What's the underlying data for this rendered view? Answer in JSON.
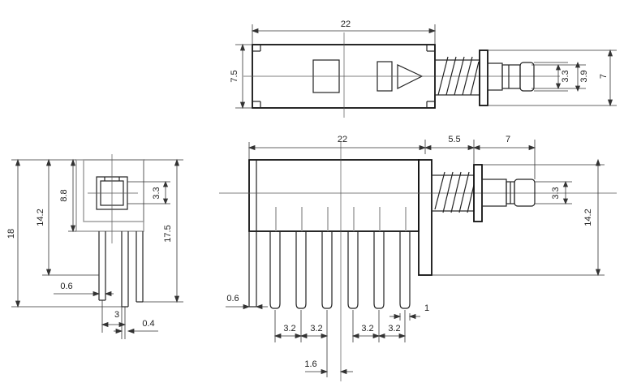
{
  "dimensions": {
    "top_view": {
      "body_length": "22",
      "body_height": "7.5",
      "shaft_small": "3.3",
      "shaft_large": "3.9",
      "overall": "7"
    },
    "side_view": {
      "body_length": "22",
      "spring_length": "5.5",
      "shaft_length": "7",
      "shaft_dia": "3.3",
      "height": "14.2",
      "pin_width": "0.6",
      "pin_tip": "1",
      "pitch_1": "3.2",
      "pitch_2": "3.2",
      "pitch_3": "3.2",
      "pitch_4": "3.2",
      "center_offset": "1.6"
    },
    "end_view": {
      "total_height": "18",
      "height_a": "14.2",
      "height_b": "8.8",
      "shaft_dia": "3.3",
      "height_c": "17.5",
      "pin_width": "0.6",
      "pin_spacing": "3",
      "pin_offset": "0.4"
    }
  }
}
